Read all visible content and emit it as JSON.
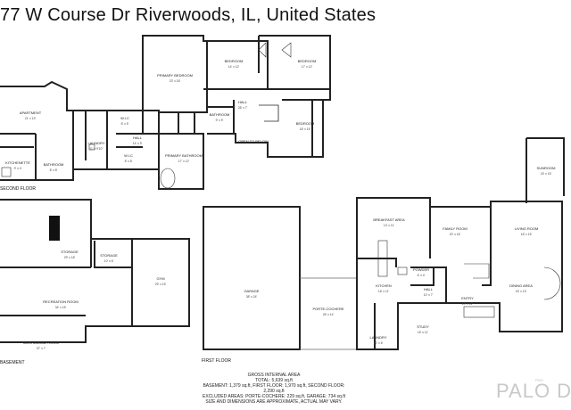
{
  "header": {
    "address": "77 W Course Dr Riverwoods, IL, United States"
  },
  "floors": {
    "second": {
      "label": "SECOND FLOOR",
      "rooms": [
        {
          "name": "APARTMENT",
          "dim": "21' x 19'"
        },
        {
          "name": "KITCHENETTE",
          "dim": "9' x 4'"
        },
        {
          "name": "BATHROOM",
          "dim": "8' x 8'"
        },
        {
          "name": "LAUNDRY",
          "dim": "11' x 9'10\""
        },
        {
          "name": "W.I.C",
          "dim": "8' x 5'"
        },
        {
          "name": "W.I.C",
          "dim": "8' x 8'"
        },
        {
          "name": "HALL",
          "dim": "14' x 9'"
        },
        {
          "name": "PRIMARY BEDROOM",
          "dim": "23' x 18'"
        },
        {
          "name": "PRIMARY BATHROOM",
          "dim": "17' x 12'"
        },
        {
          "name": "BATHROOM",
          "dim": "9' x 9'"
        },
        {
          "name": "BEDROOM",
          "dim": "14' x 12'"
        },
        {
          "name": "BEDROOM",
          "dim": "17' x 12'"
        },
        {
          "name": "HALL",
          "dim": "28' x 7'"
        },
        {
          "name": "BEDROOM",
          "dim": "18' x 15'"
        },
        {
          "name": "OPEN TO BELOW",
          "dim": ""
        }
      ]
    },
    "basement": {
      "label": "BASEMENT",
      "rooms": [
        {
          "name": "STORAGE",
          "dim": "29' x 18'"
        },
        {
          "name": "STORAGE",
          "dim": "10' x 6'"
        },
        {
          "name": "GYM",
          "dim": "29' x 15'"
        },
        {
          "name": "RECREATION ROOM",
          "dim": "34' x 15'"
        },
        {
          "name": "MECHANICAL ROOM",
          "dim": "37' x 7'"
        }
      ]
    },
    "first": {
      "label": "FIRST FLOOR",
      "rooms": [
        {
          "name": "GARAGE",
          "dim": "38' x 24'"
        },
        {
          "name": "PORTE-COCHERE",
          "dim": "26' x 14'"
        },
        {
          "name": "BREAKFAST AREA",
          "dim": "13' x 11'"
        },
        {
          "name": "KITCHEN",
          "dim": "16' x 11'"
        },
        {
          "name": "LAUNDRY",
          "dim": "12' x 6'"
        },
        {
          "name": "FAMILY ROOM",
          "dim": "20' x 16'"
        },
        {
          "name": "POWDER",
          "dim": "6' x 4'"
        },
        {
          "name": "HALL",
          "dim": "10' x 7'"
        },
        {
          "name": "STUDY",
          "dim": "15' x 11'"
        },
        {
          "name": "ENTRY",
          "dim": "10' x 12'"
        },
        {
          "name": "LIVING ROOM",
          "dim": "18' x 15'"
        },
        {
          "name": "DINING AREA",
          "dim": "15' x 13'"
        },
        {
          "name": "SUNROOM",
          "dim": "15' x 15'"
        }
      ]
    }
  },
  "area_summary": {
    "heading": "GROSS INTERNAL AREA",
    "total": "TOTAL: 5,639 sq.ft",
    "breakdown": "BASEMENT: 1,379 sq.ft, FIRST FLOOR: 1,970 sq.ft, SECOND FLOOR: 2,290 sq.ft",
    "excluded": "EXCLUDED AREAS: PORTE-COCHERE: 229 sq.ft, GARAGE: 734 sq.ft",
    "disclaimer": "SIZE AND DIMENSIONS ARE APPROXIMATE, ACTUAL MAY VARY."
  },
  "brand": {
    "logo": "PALO DO",
    "sub": "PHO"
  }
}
